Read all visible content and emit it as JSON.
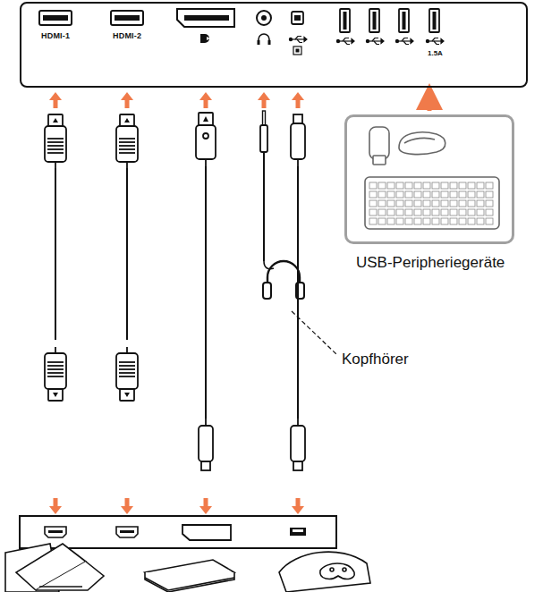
{
  "diagram": {
    "nodes": [
      {
        "text": [
          "HDMI-1",
          "HDMI-2",
          "1.5A"
        ]
      },
      {
        "text": [
          "USB-Peripheriegeräte"
        ]
      }
    ],
    "edges": [
      {
        "from": 1,
        "to": 0,
        "arrow": "to"
      }
    ],
    "labels": [
      "Kopfhörer"
    ]
  }
}
